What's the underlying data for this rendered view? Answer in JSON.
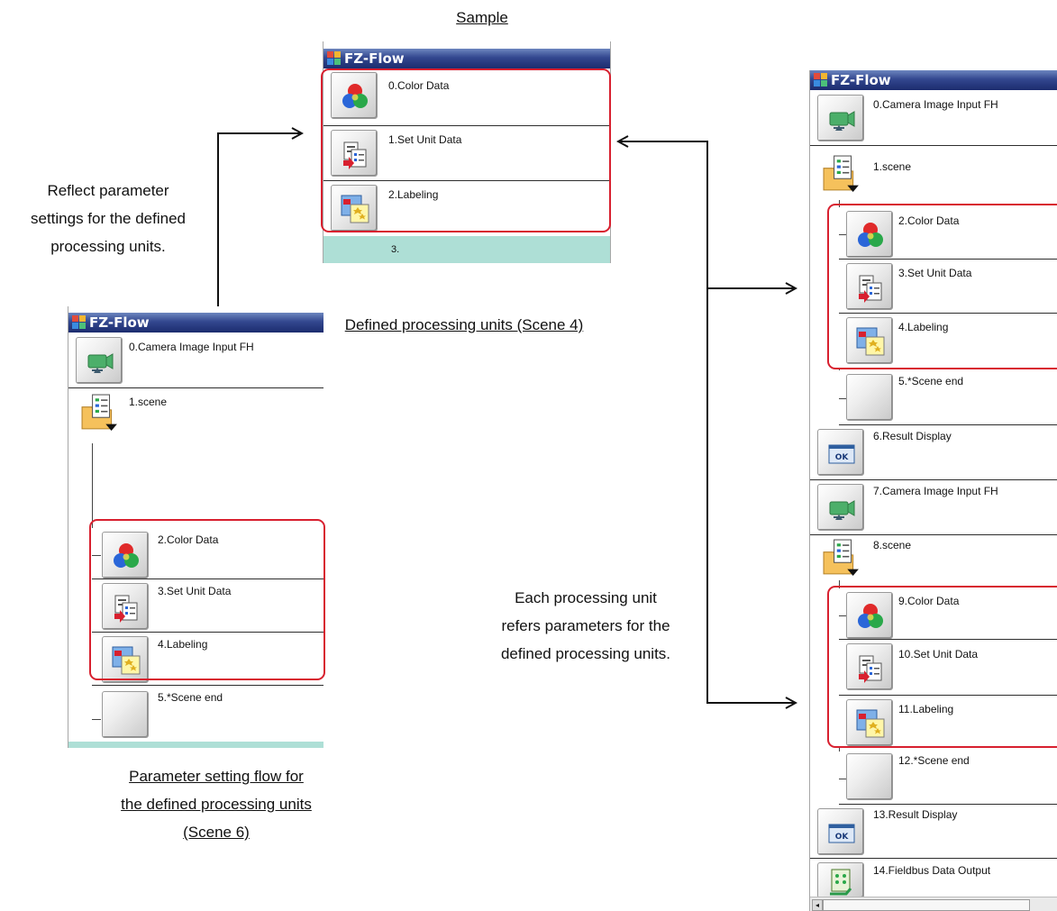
{
  "captions": {
    "sample": "Sample",
    "reflect": [
      "Reflect parameter",
      "settings for the defined",
      "processing units."
    ],
    "defined": "Defined processing units (Scene 4)",
    "param_flow": [
      "Parameter setting flow for ",
      "the defined processing units ",
      "(Scene 6)"
    ],
    "each": [
      "Each processing unit",
      "refers parameters for the",
      "defined processing units."
    ]
  },
  "windows": {
    "sample": {
      "title": "FZ-Flow",
      "items": [
        "0.Color Data",
        "1.Set Unit Data",
        "2.Labeling"
      ],
      "partial_item": "3."
    },
    "left": {
      "title": "FZ-Flow",
      "items": [
        "0.Camera Image Input FH",
        "1.scene",
        "2.Color Data",
        "3.Set Unit Data",
        "4.Labeling",
        "5.*Scene end"
      ]
    },
    "right": {
      "title": "FZ-Flow",
      "items": [
        "0.Camera Image Input FH",
        "1.scene",
        "2.Color Data",
        "3.Set Unit Data",
        "4.Labeling",
        "5.*Scene end",
        "6.Result Display",
        "7.Camera Image Input FH",
        "8.scene",
        "9.Color Data",
        "10.Set Unit Data",
        "11.Labeling",
        "12.*Scene end",
        "13.Result Display",
        "14.Fieldbus Data Output"
      ]
    }
  },
  "icon_names": [
    "camera-icon",
    "scene-folder-icon",
    "color-data-icon",
    "set-unit-data-icon",
    "labeling-icon",
    "blank-icon",
    "result-display-icon",
    "fieldbus-icon"
  ],
  "colors": {
    "highlight": "#d8202f",
    "titlebar": "#1c2c6e",
    "teal": "#aedfd6"
  }
}
